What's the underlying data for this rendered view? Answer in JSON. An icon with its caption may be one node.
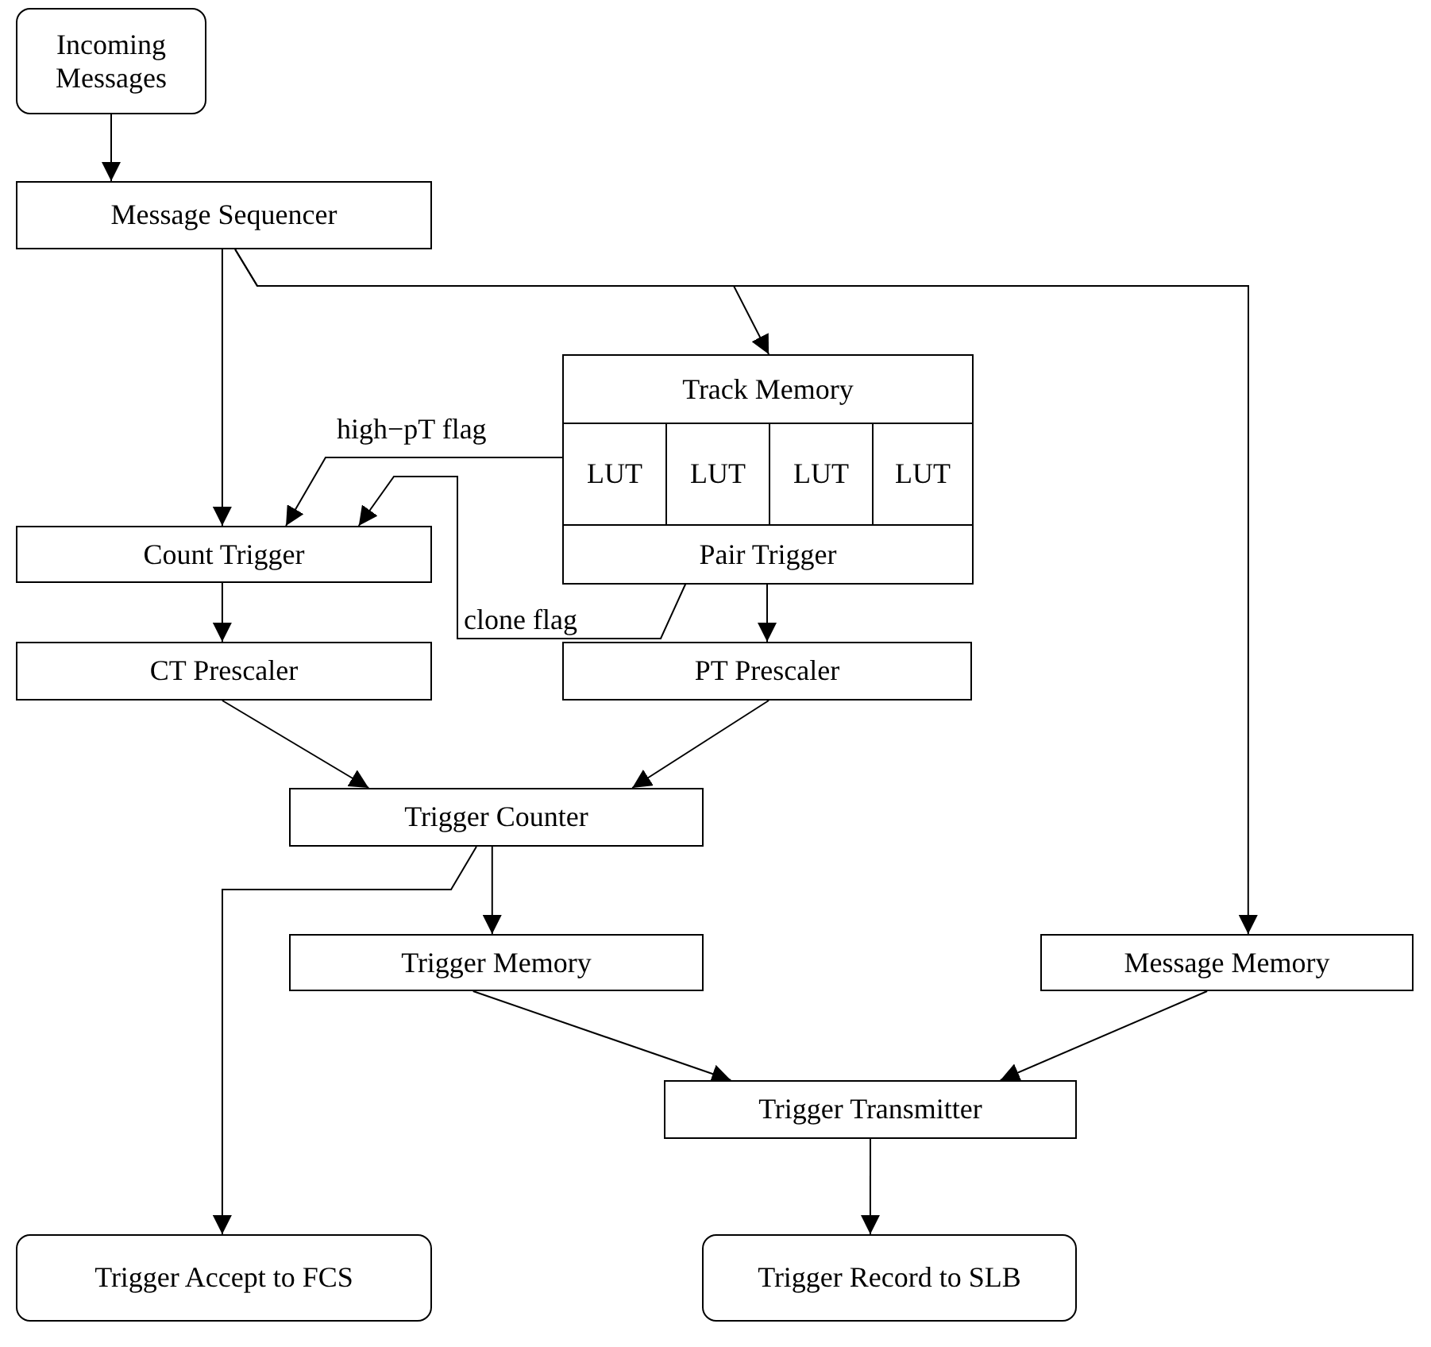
{
  "diagram": {
    "nodes": [
      {
        "text": [
          "Incoming Messages"
        ]
      },
      {
        "text": [
          "Message Sequencer"
        ]
      },
      {
        "text": [],
        "shape": "box"
      },
      {
        "text": [
          "Track Memory"
        ],
        "in": 2
      },
      {
        "text": [
          "LUT"
        ],
        "in": 2
      },
      {
        "text": [
          "LUT"
        ],
        "in": 2
      },
      {
        "text": [
          "LUT"
        ],
        "in": 2
      },
      {
        "text": [
          "LUT"
        ],
        "in": 2
      },
      {
        "text": [
          "Pair Trigger"
        ],
        "in": 2
      },
      {
        "text": [
          "Count Trigger"
        ]
      },
      {
        "text": [
          "CT Prescaler"
        ]
      },
      {
        "text": [
          "PT Prescaler"
        ]
      },
      {
        "text": [
          "Trigger Counter"
        ]
      },
      {
        "text": [
          "Trigger Memory"
        ]
      },
      {
        "text": [
          "Message Memory"
        ]
      },
      {
        "text": [
          "Trigger Transmitter"
        ]
      },
      {
        "text": [
          "Trigger Accept to FCS"
        ]
      },
      {
        "text": [
          "Trigger Record to SLB"
        ]
      }
    ],
    "edges": [
      {
        "from": 0,
        "to": 1,
        "arrow": "to"
      },
      {
        "from": 1,
        "to": 9,
        "arrow": "to"
      },
      {
        "from": 1,
        "to": 3,
        "arrow": "to"
      },
      {
        "from": 1,
        "to": 14,
        "arrow": "to"
      },
      {
        "from": 2,
        "to": 9,
        "arrow": "to",
        "label": "high−pT flag"
      },
      {
        "from": 8,
        "to": 9,
        "arrow": "to",
        "label": "clone flag"
      },
      {
        "from": 8,
        "to": 11,
        "arrow": "to"
      },
      {
        "from": 9,
        "to": 10,
        "arrow": "to"
      },
      {
        "from": 10,
        "to": 12,
        "arrow": "to"
      },
      {
        "from": 11,
        "to": 12,
        "arrow": "to"
      },
      {
        "from": 12,
        "to": 16,
        "arrow": "to"
      },
      {
        "from": 12,
        "to": 13,
        "arrow": "to"
      },
      {
        "from": 13,
        "to": 15,
        "arrow": "to"
      },
      {
        "from": 14,
        "to": 15,
        "arrow": "to"
      },
      {
        "from": 15,
        "to": 17,
        "arrow": "to"
      }
    ]
  }
}
